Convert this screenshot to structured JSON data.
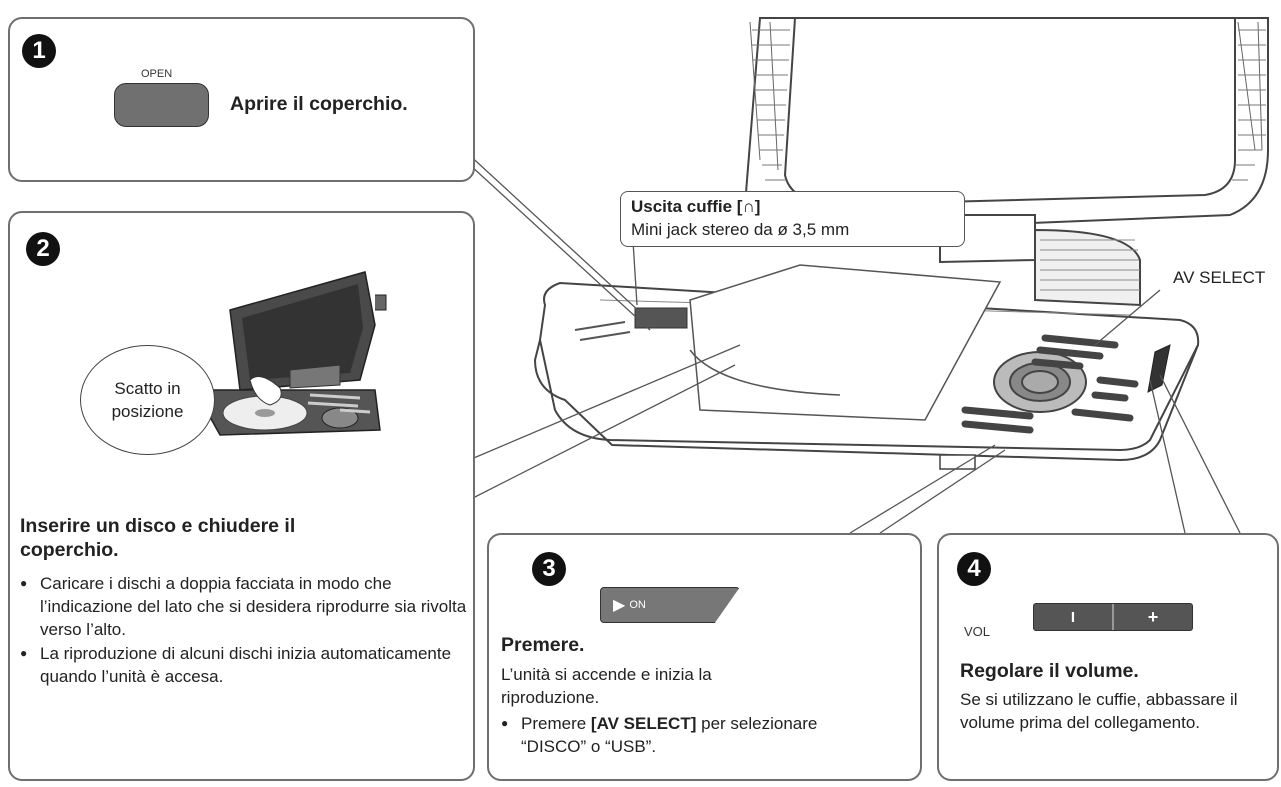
{
  "step1": {
    "number": "1",
    "button_label": "OPEN",
    "instruction": "Aprire il coperchio."
  },
  "step2": {
    "number": "2",
    "bubble_text": "Scatto in posizione",
    "heading": "Inserire un disco e chiudere il coperchio.",
    "bullets": [
      "Caricare i dischi a doppia facciata in modo che l’indicazione del lato che si desidera riprodurre sia rivolta verso l’alto.",
      "La riproduzione di alcuni dischi inizia automaticamente quando l’unità è accesa."
    ]
  },
  "headphone": {
    "title": "Uscita cuffie [",
    "title_end": "]",
    "subtitle": "Mini jack stereo da ø 3,5 mm"
  },
  "av_select_label": "AV SELECT",
  "step3": {
    "number": "3",
    "button_label": "ON",
    "heading": "Premere.",
    "text": "L’unità si accende e inizia la riproduzione.",
    "bullet_prefix": "Premere ",
    "bullet_bold": "[AV SELECT]",
    "bullet_suffix": " per selezionare “DISCO” o “USB”."
  },
  "step4": {
    "number": "4",
    "vol_label": "VOL",
    "minus_label": "I",
    "plus_label": "+",
    "heading": "Regolare il volume.",
    "text": "Se si utilizzano le cuffie, abbassare il volume prima del collegamento."
  }
}
